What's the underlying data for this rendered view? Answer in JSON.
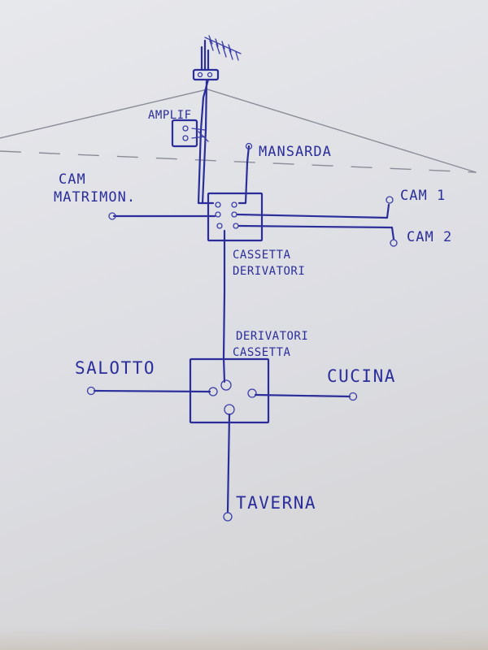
{
  "labels": {
    "ampli": "AMPLIF",
    "mansarda": "MANSARDA",
    "cam_matrimon_line1": "CAM",
    "cam_matrimon_line2": "MATRIMON.",
    "cam1": "CAM 1",
    "cam2": "CAM 2",
    "cassetta_top_line1": "CASSETTA",
    "cassetta_top_line2": "DERIVATORI",
    "cassetta_bottom_line1": "DERIVATORI",
    "cassetta_bottom_line2": "CASSETTA",
    "salotto": "SALOTTO",
    "cucina": "CUCINA",
    "taverna": "TAVERNA"
  },
  "colors": {
    "ink": "#2b2e9a",
    "pencil": "#8a8c98",
    "paper": "#e2e3e8"
  }
}
